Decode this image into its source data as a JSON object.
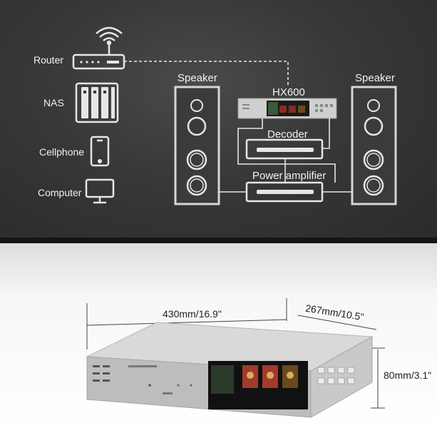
{
  "diagram": {
    "sources": {
      "router": "Router",
      "nas": "NAS",
      "cellphone": "Cellphone",
      "computer": "Computer"
    },
    "speaker_left": "Speaker",
    "speaker_right": "Speaker",
    "player": "HX600",
    "decoder": "Decoder",
    "power_amplifier": "Power amplifier"
  },
  "product": {
    "width_dim": "430mm/16.9\"",
    "depth_dim": "267mm/10.5\"",
    "height_dim": "80mm/3.1\""
  },
  "colors": {
    "line": "#e6e6e6",
    "background_top": "#383838",
    "background_bottom": "#ffffff",
    "silver": "#c8c8c8"
  }
}
